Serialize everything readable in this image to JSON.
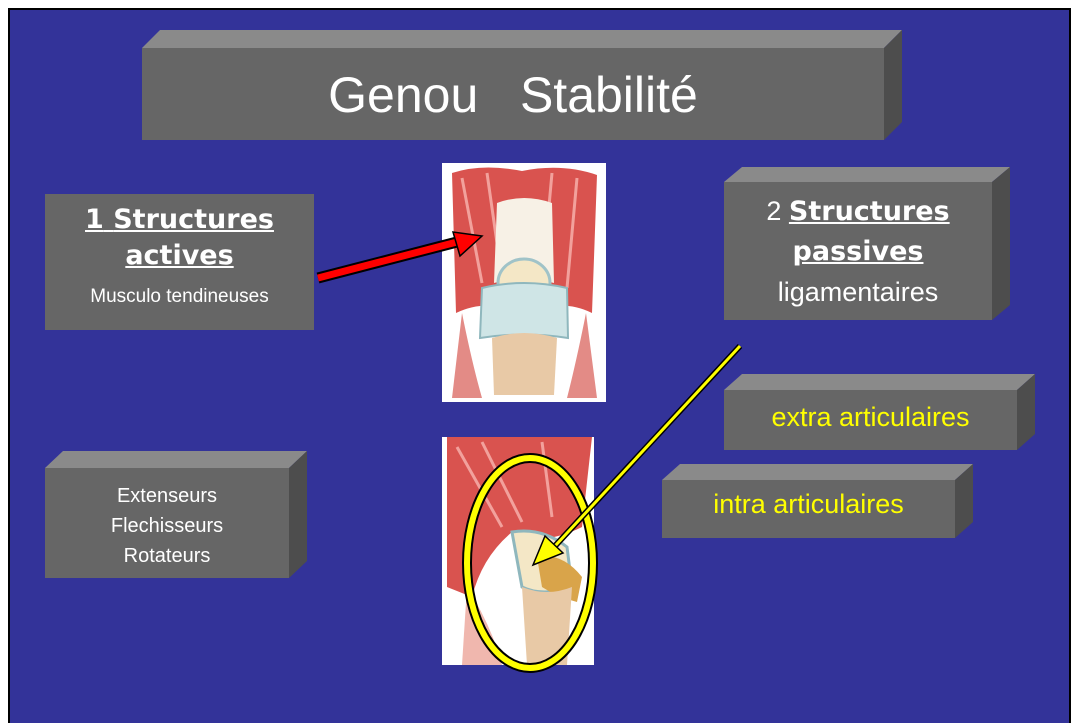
{
  "title": {
    "left": "Genou",
    "right": "Stabilité"
  },
  "active": {
    "number": "1",
    "heading_1": "Structures",
    "heading_2": "actives",
    "subtitle": "Musculo tendineuses"
  },
  "passive": {
    "number": "2",
    "heading_1": "Structures",
    "heading_2": "passives",
    "subtitle": "ligamentaires"
  },
  "extra": {
    "label": "extra articulaires"
  },
  "intra": {
    "label": "intra articulaires"
  },
  "muscles": {
    "line1": "Extenseurs",
    "line2": "Flechisseurs",
    "line3": "Rotateurs"
  },
  "colors": {
    "background": "#333399",
    "box": "#666666",
    "highlight": "#ffff00",
    "arrow_red": "#ff0000"
  },
  "images": [
    {
      "name": "knee-anterior-illustration"
    },
    {
      "name": "knee-lateral-illustration"
    }
  ]
}
